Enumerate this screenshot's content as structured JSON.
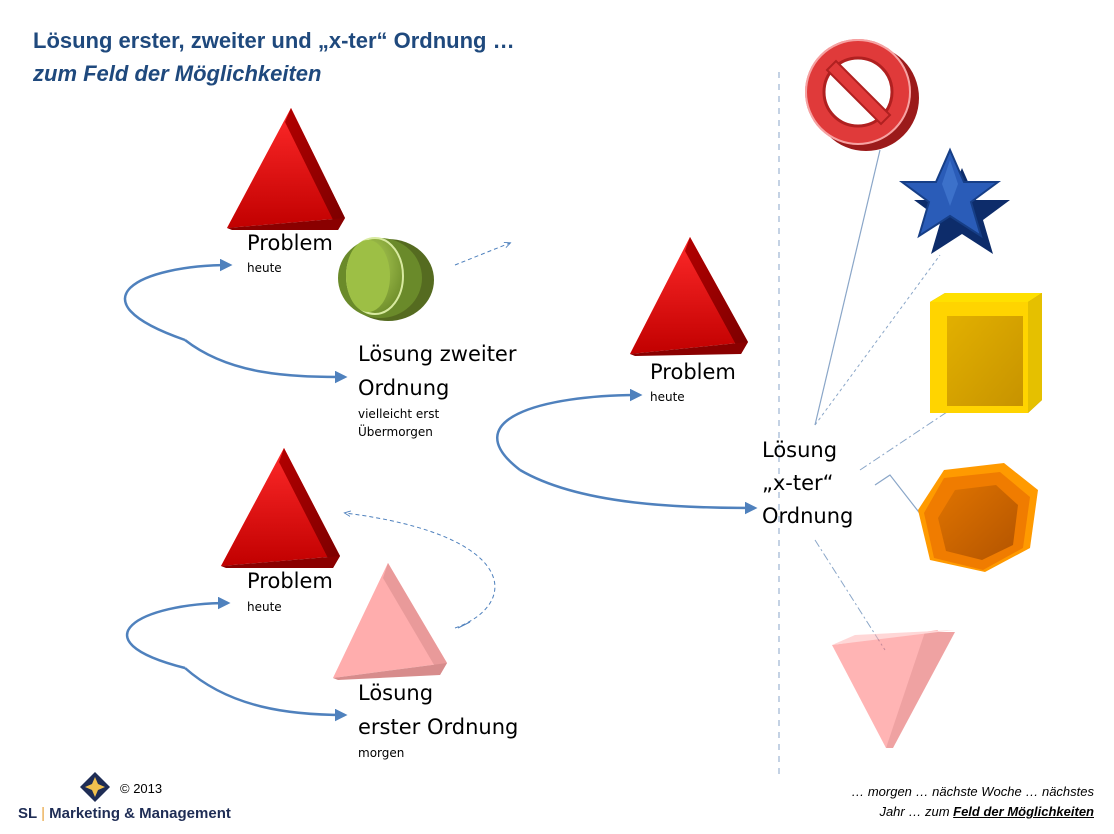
{
  "title": {
    "line1": "Lösung erster, zweiter und „x-ter“ Ordnung …",
    "line2": "zum Feld der Möglichkeiten"
  },
  "groups": {
    "second_order": {
      "problem_label": "Problem",
      "problem_time": "heute",
      "solution_line1": "Lösung zweiter",
      "solution_line2": "Ordnung",
      "solution_time_line1": "vielleicht erst",
      "solution_time_line2": "Übermorgen"
    },
    "first_order": {
      "problem_label": "Problem",
      "problem_time": "heute",
      "solution_line1": "Lösung",
      "solution_line2": "erster Ordnung",
      "solution_time": "morgen"
    },
    "xth_order": {
      "problem_label": "Problem",
      "problem_time": "heute",
      "solution_line1": "Lösung",
      "solution_line2": "„x-ter“",
      "solution_line3": "Ordnung"
    }
  },
  "footer": {
    "copyright": "© 2013",
    "brand_left": "SL",
    "brand_sep": "|",
    "brand_right": "Marketing & Management",
    "caption_line1": "… morgen … nächste Woche … nächstes",
    "caption_line2_prefix": "Jahr … zum ",
    "caption_line2_link": "Feld der Möglichkeiten"
  },
  "colors": {
    "title": "#1f497d",
    "arrow": "#4f81bd",
    "red_triangle": "#d91c1c",
    "green_circle": "#7a9a34",
    "blue_star": "#1f4e9a",
    "yellow_square": "#e8b800",
    "orange_hexagon": "#e07b00",
    "no_sign": "#e03a3a"
  }
}
